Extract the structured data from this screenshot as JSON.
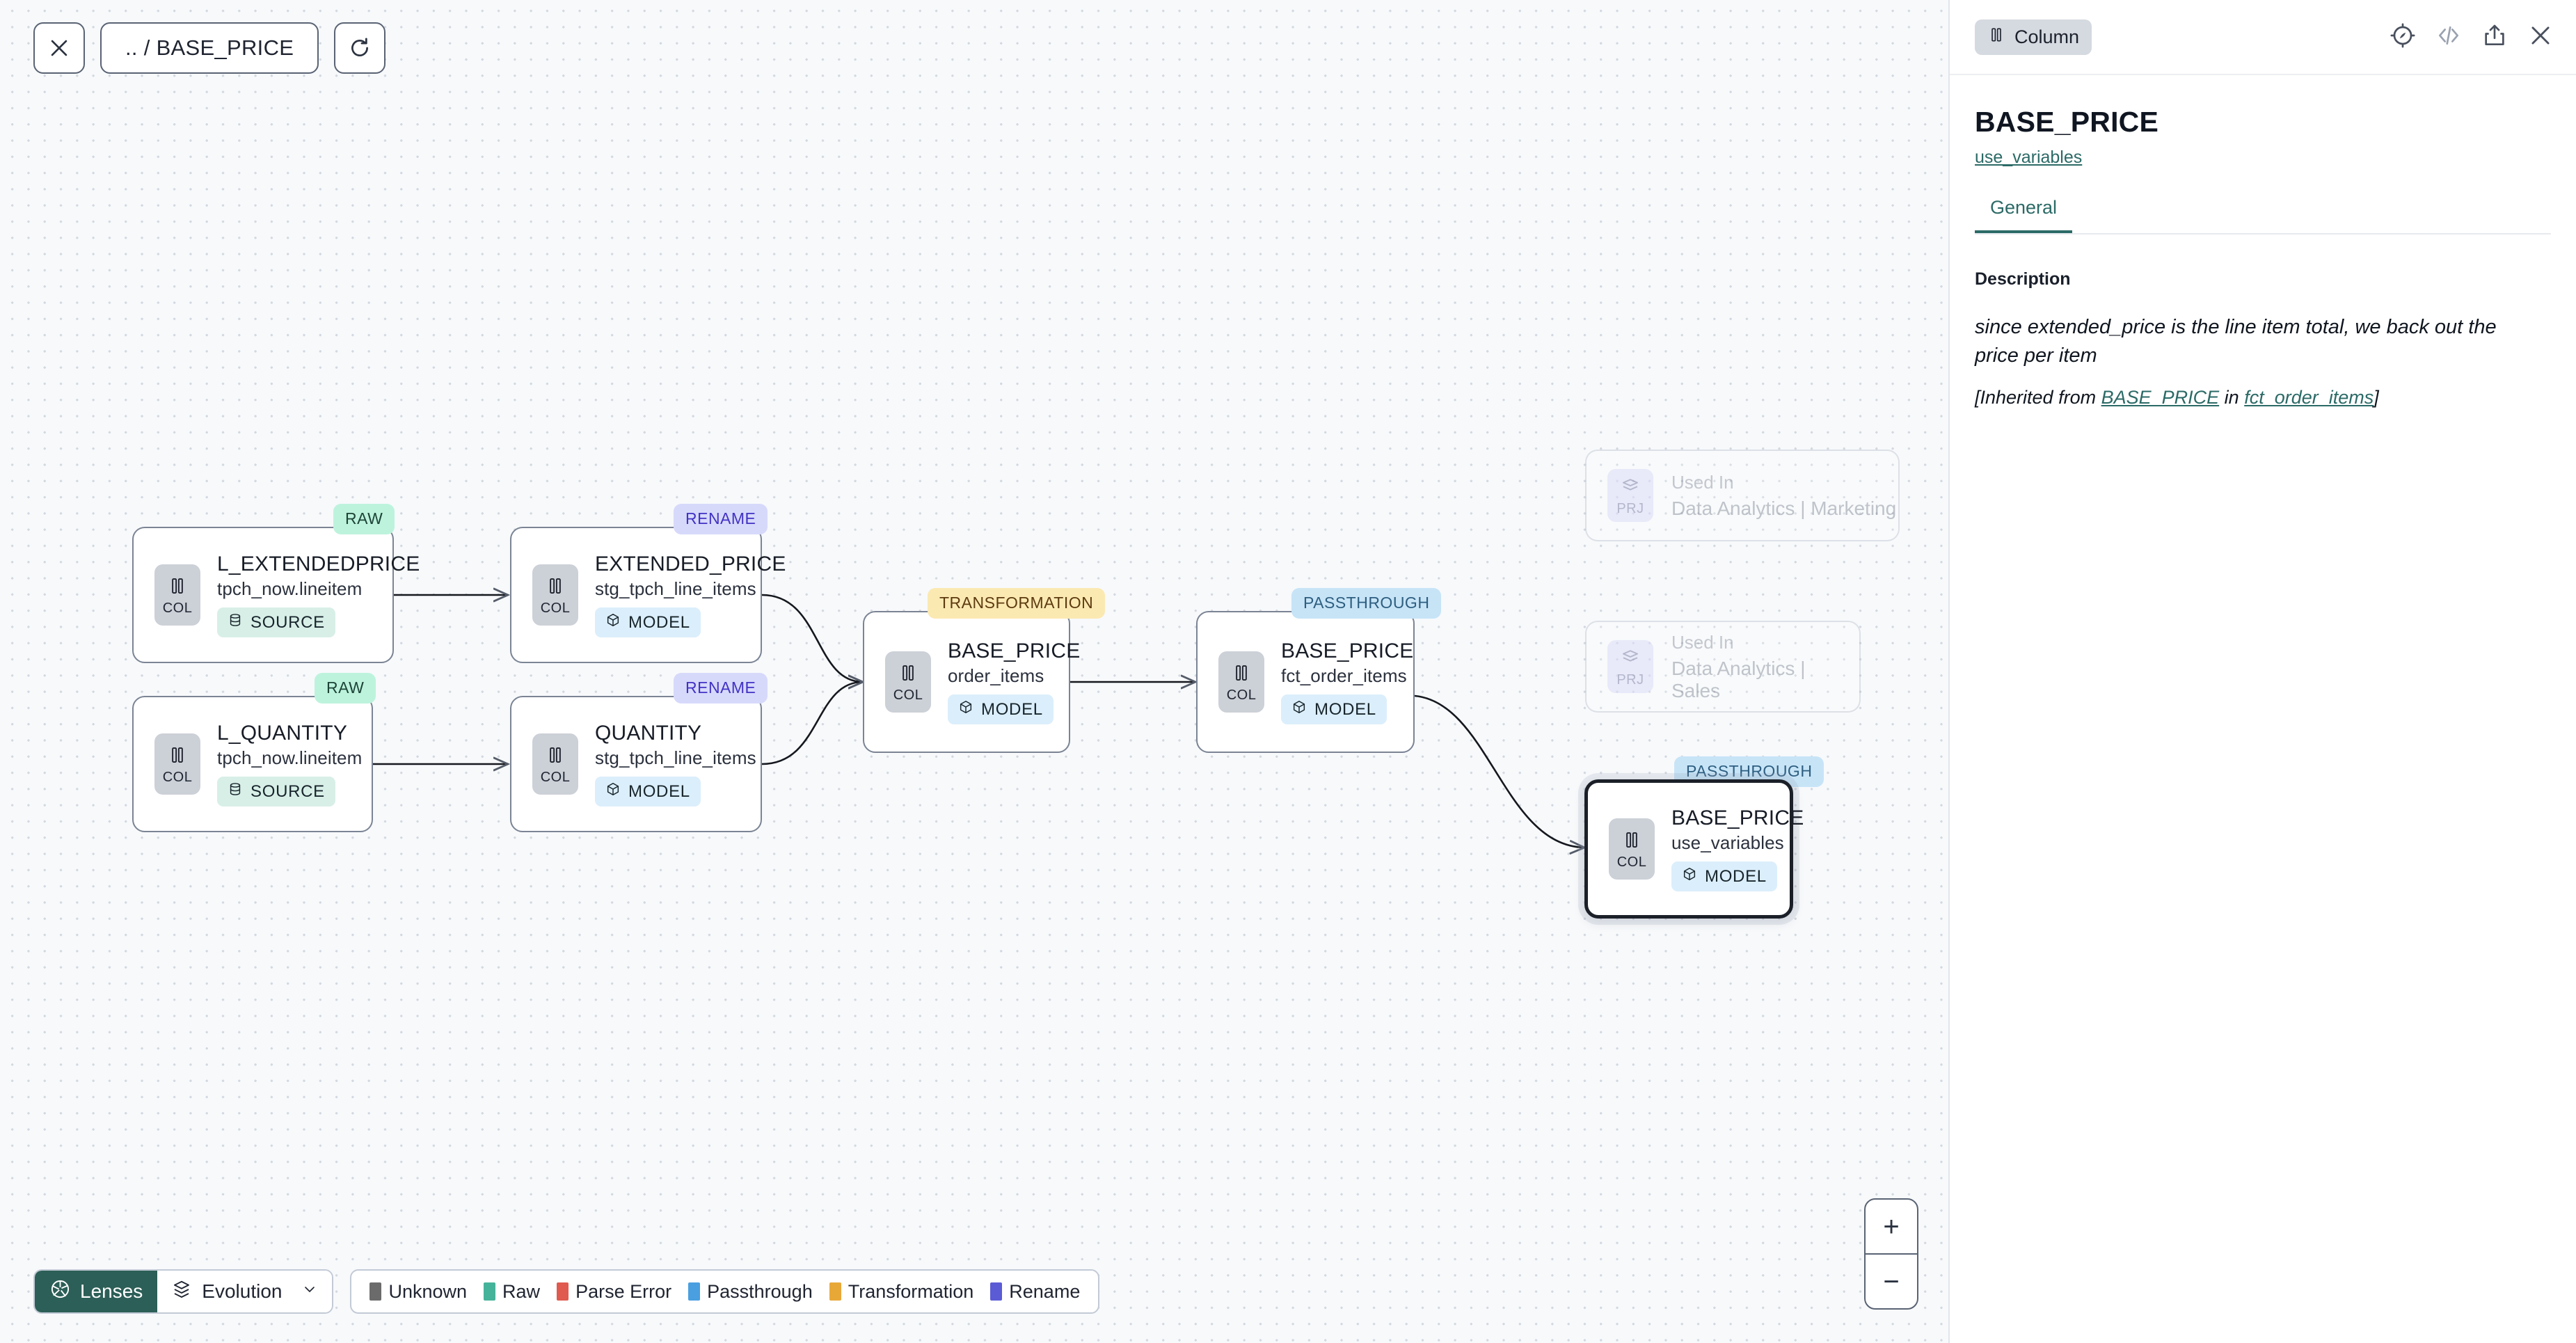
{
  "toolbar": {
    "close_icon": "close-icon",
    "breadcrumb": ".. / BASE_PRICE",
    "refresh_icon": "refresh-icon"
  },
  "panel": {
    "chip_label": "Column",
    "chip_icon": "column-icon",
    "actions": [
      {
        "name": "explore-icon",
        "glyph": "compass"
      },
      {
        "name": "code-icon",
        "glyph": "code"
      },
      {
        "name": "share-icon",
        "glyph": "share"
      },
      {
        "name": "close-icon",
        "glyph": "close"
      }
    ],
    "title": "BASE_PRICE",
    "model_link": "use_variables",
    "tabs": [
      {
        "label": "General",
        "active": true
      }
    ],
    "description_label": "Description",
    "description_text": "since extended_price is the line item total, we back out the price per item",
    "inherited_prefix": "[Inherited from ",
    "inherited_column": "BASE_PRICE",
    "inherited_middle": " in ",
    "inherited_model": "fct_order_items",
    "inherited_suffix": "]"
  },
  "graph": {
    "nodes": [
      {
        "id": "l_extendedprice",
        "title": "L_EXTENDEDPRICE",
        "subtitle": "tpch_now.lineitem",
        "kind": "SOURCE",
        "kind_icon": "database-icon",
        "badge": "COL",
        "tag": "RAW",
        "tag_style": "raw",
        "selected": false
      },
      {
        "id": "extended_price",
        "title": "EXTENDED_PRICE",
        "subtitle": "stg_tpch_line_items",
        "kind": "MODEL",
        "kind_icon": "cube-icon",
        "badge": "COL",
        "tag": "RENAME",
        "tag_style": "rename",
        "selected": false
      },
      {
        "id": "l_quantity",
        "title": "L_QUANTITY",
        "subtitle": "tpch_now.lineitem",
        "kind": "SOURCE",
        "kind_icon": "database-icon",
        "badge": "COL",
        "tag": "RAW",
        "tag_style": "raw",
        "selected": false
      },
      {
        "id": "quantity",
        "title": "QUANTITY",
        "subtitle": "stg_tpch_line_items",
        "kind": "MODEL",
        "kind_icon": "cube-icon",
        "badge": "COL",
        "tag": "RENAME",
        "tag_style": "rename",
        "selected": false
      },
      {
        "id": "base_price_order_items",
        "title": "BASE_PRICE",
        "subtitle": "order_items",
        "kind": "MODEL",
        "kind_icon": "cube-icon",
        "badge": "COL",
        "tag": "TRANSFORMATION",
        "tag_style": "trans",
        "selected": false
      },
      {
        "id": "base_price_fct_order_items",
        "title": "BASE_PRICE",
        "subtitle": "fct_order_items",
        "kind": "MODEL",
        "kind_icon": "cube-icon",
        "badge": "COL",
        "tag": "PASSTHROUGH",
        "tag_style": "pass",
        "selected": false
      },
      {
        "id": "base_price_use_variables",
        "title": "BASE_PRICE",
        "subtitle": "use_variables",
        "kind": "MODEL",
        "kind_icon": "cube-icon",
        "badge": "COL",
        "tag": "PASSTHROUGH",
        "tag_style": "pass",
        "selected": true
      }
    ],
    "ghost_nodes": [
      {
        "id": "used-in-marketing",
        "used_label": "Used In",
        "name": "Data Analytics | Marketing",
        "badge": "PRJ"
      },
      {
        "id": "used-in-sales",
        "used_label": "Used In",
        "name": "Data Analytics | Sales",
        "badge": "PRJ"
      }
    ]
  },
  "bottom": {
    "lenses_label": "Lenses",
    "lenses_icon": "aperture-icon",
    "evolution_label": "Evolution",
    "evolution_icon": "layers-icon",
    "evolution_caret": "chevron-down-icon",
    "legend": [
      {
        "label": "Unknown",
        "color": "#6b6b6b"
      },
      {
        "label": "Raw",
        "color": "#45b39a"
      },
      {
        "label": "Parse Error",
        "color": "#e05a4f"
      },
      {
        "label": "Passthrough",
        "color": "#4a9fe0"
      },
      {
        "label": "Transformation",
        "color": "#e8a838"
      },
      {
        "label": "Rename",
        "color": "#5b5bd6"
      }
    ]
  },
  "zoom_controls": {
    "in_label": "+",
    "out_label": "−"
  }
}
